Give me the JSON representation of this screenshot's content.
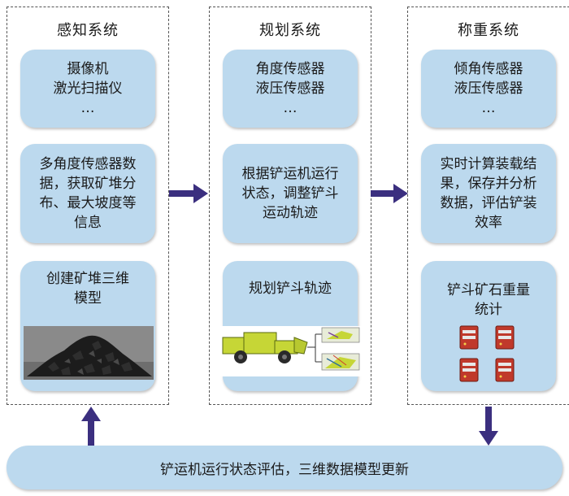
{
  "columns": [
    {
      "title": "感知系统",
      "sensors": [
        "摄像机",
        "激光扫描仪",
        "…"
      ],
      "process": [
        "多角度传感器数",
        "据，获取矿堆分",
        "布、最大坡度等",
        "信息"
      ],
      "output": [
        "创建矿堆三维",
        "模型"
      ]
    },
    {
      "title": "规划系统",
      "sensors": [
        "角度传感器",
        "液压传感器",
        "…"
      ],
      "process": [
        "根据铲运机运行",
        "状态，调整铲斗",
        "运动轨迹"
      ],
      "output": [
        "规划铲斗轨迹"
      ]
    },
    {
      "title": "称重系统",
      "sensors": [
        "倾角传感器",
        "液压传感器",
        "…"
      ],
      "process": [
        "实时计算装载结",
        "果，保存并分析",
        "数据，评估铲装",
        "效率"
      ],
      "output": [
        "铲斗矿石重量",
        "统计"
      ]
    }
  ],
  "bottom_bar": "铲运机运行状态评估，三维数据模型更新",
  "colors": {
    "box_fill": "#bcd9ee",
    "arrow": "#3b2f7f",
    "machine": "#c6d636"
  },
  "icons": {
    "ore_pile": "ore-pile-3d-model-image",
    "loader": "lhd-loader-diagram",
    "server": "server-icon"
  }
}
